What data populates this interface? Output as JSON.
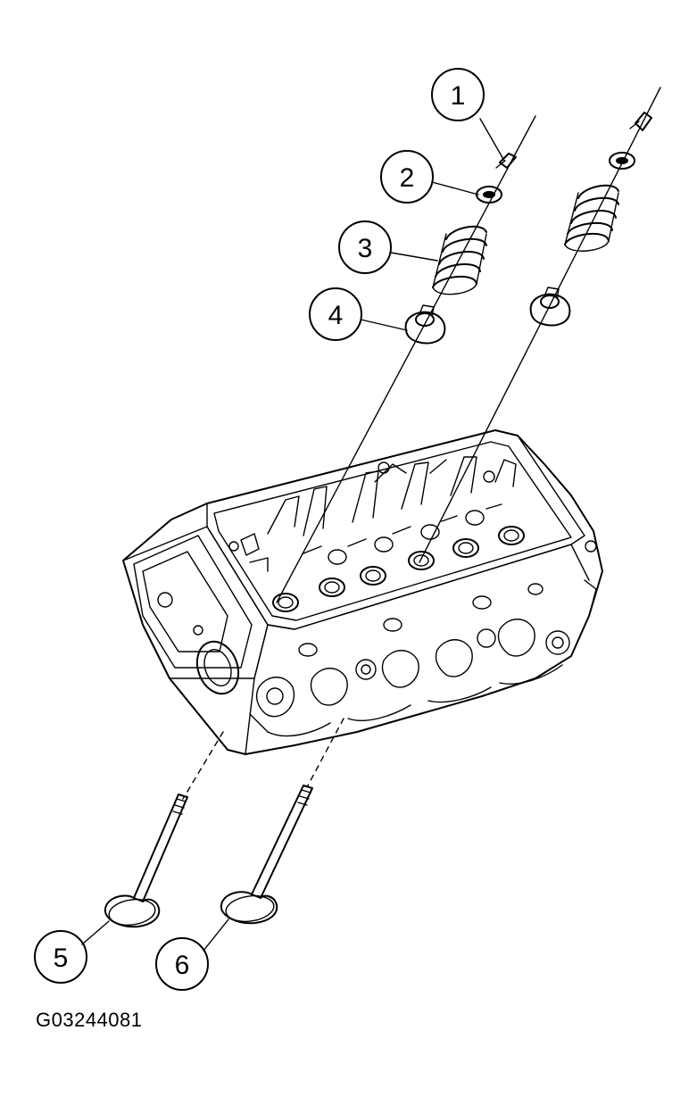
{
  "callouts": [
    {
      "label": "1"
    },
    {
      "label": "2"
    },
    {
      "label": "3"
    },
    {
      "label": "4"
    },
    {
      "label": "5"
    },
    {
      "label": "6"
    }
  ],
  "figure_code": "G03244081",
  "icons": [
    "valve-keeper-icon",
    "spring-retainer-icon",
    "valve-spring-icon",
    "valve-seal-icon",
    "valve-icon",
    "cylinder-head-icon"
  ]
}
